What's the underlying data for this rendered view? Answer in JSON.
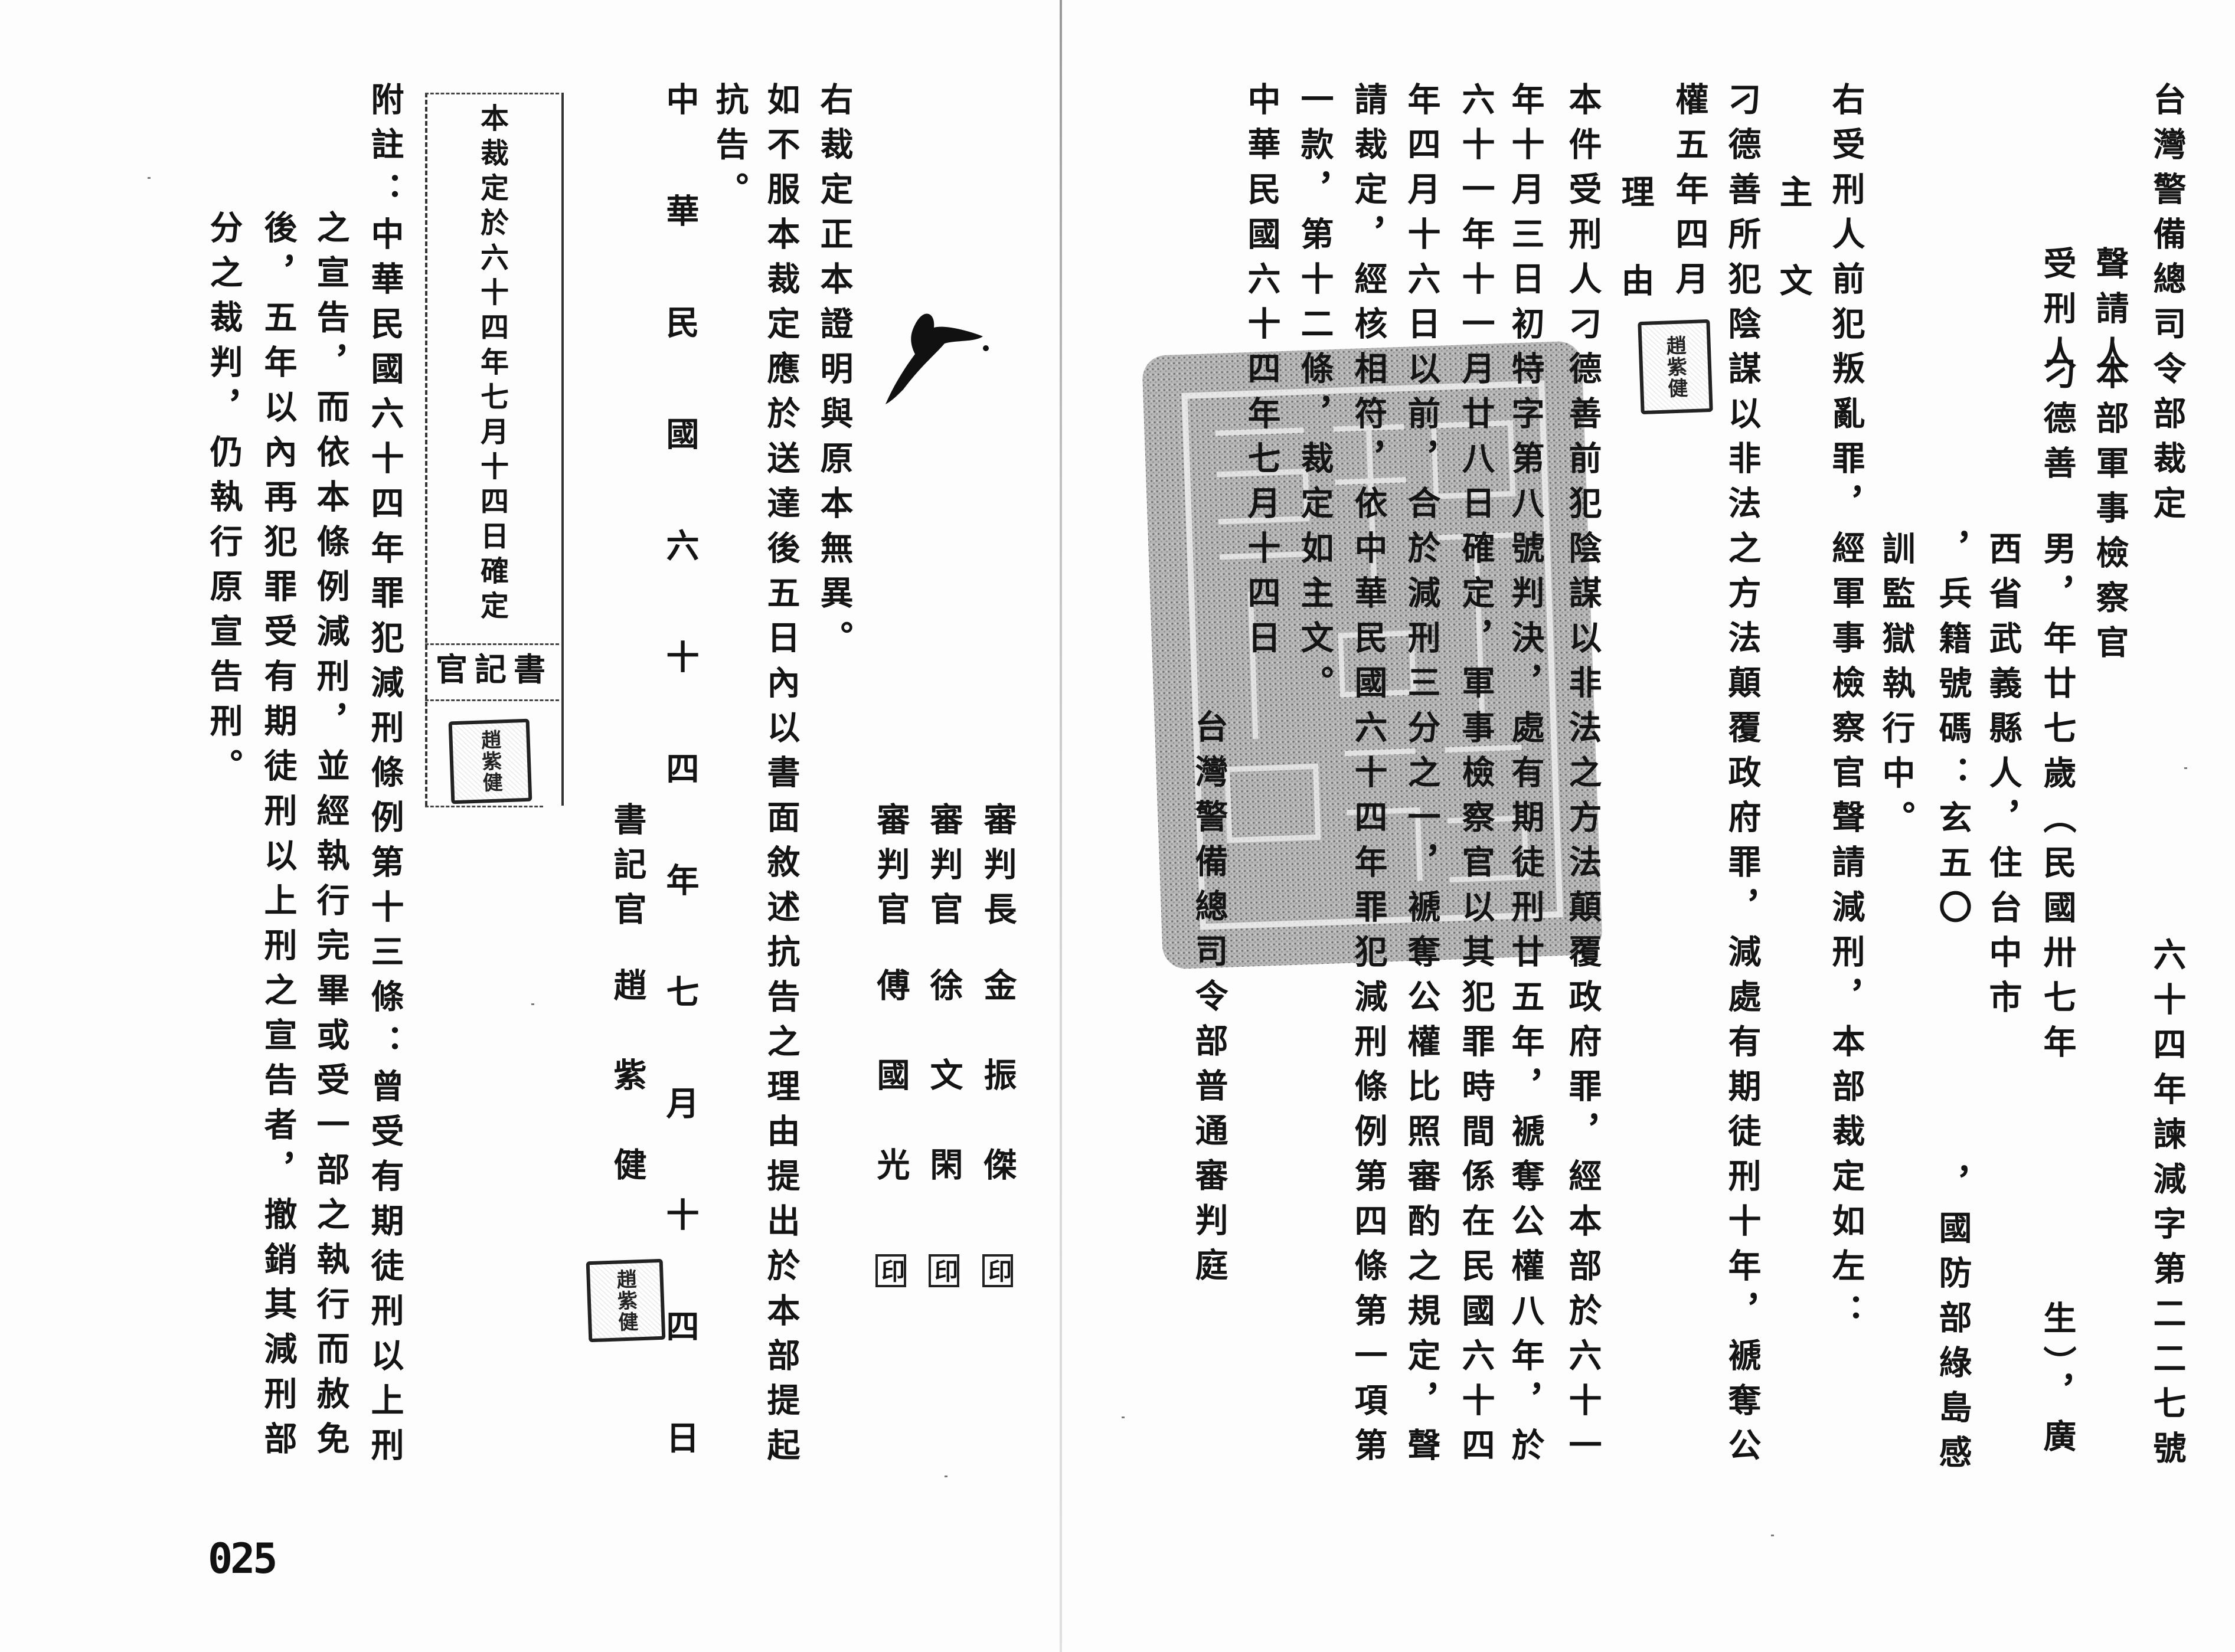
{
  "right_page": {
    "title": "台灣警備總司令部裁定",
    "case_number": "六十四年諫減字第二二七號",
    "applicant": {
      "label": "聲請人",
      "value": "本部軍事檢察官"
    },
    "defendant": {
      "label": "受刑人",
      "name": "刁德善",
      "line1": "男，年廿七歲（民國卅七年",
      "line1_end": "生），廣",
      "line2": "西省武義縣人，住台中市",
      "line3a": "，兵籍號碼：玄五〇",
      "line3b": "，國防部綠島感",
      "line4": "訓監獄執行中。"
    },
    "preamble": "右受刑人前犯叛亂罪，經軍事檢察官聲請減刑，本部裁定如左：",
    "main_heading": [
      "主",
      "文"
    ],
    "main_text": [
      "刁德善所犯陰謀以非法之方法顛覆政府罪，減處有期徒刑十年，褫奪公",
      "權五年四月"
    ],
    "reason_heading": [
      "理",
      "由"
    ],
    "reason_text": [
      "本件受刑人刁德善前犯陰謀以非法之方法顛覆政府罪，經本部於六十一",
      "年十月三日初特字第八號判決，處有期徒刑廿五年，褫奪公權八年，於",
      "六十一年十一月廿八日確定，軍事檢察官以其犯罪時間係在民國六十四",
      "年四月十六日以前，合於減刑三分之一，褫奪公權比照審酌之規定，聲",
      "請裁定，經核相符，依中華民國六十四年罪犯減刑條例第四條第一項第",
      "一款，第十二條，裁定如主文。"
    ],
    "date": "中華民國六十四年七月十四日",
    "court": "台灣警備總司令部普通審判庭"
  },
  "left_page": {
    "certification": "右裁定正本證明與原本無異。",
    "appeal_notice": [
      "如不服本裁定應於送達後五日內以書面敘述抗告之理由提出於本部提起",
      "抗告。"
    ],
    "date": "中華民國六十四年七月十四日",
    "judges": [
      {
        "title": "審判長",
        "name": "金振傑",
        "seal": "印"
      },
      {
        "title": "審判官",
        "name": "徐文閑",
        "seal": "印"
      },
      {
        "title": "審判官",
        "name": "傅國光",
        "seal": "印"
      }
    ],
    "clerk": {
      "title": "書記官",
      "name": "趙紫健"
    },
    "finality_box": {
      "text": "本裁定於六十四年七月十四日確定",
      "label": "書記官"
    },
    "note": [
      "附註：中華民國六十四年罪犯減刑條例第十三條：曾受有期徒刑以上刑",
      "之宣告，而依本條例減刑，並經執行完畢或受一部之執行而赦免",
      "後，五年以內再犯罪受有期徒刑以上刑之宣告者，撤銷其減刑部",
      "分之裁判，仍執行原宣告刑。"
    ],
    "page_number": "025"
  },
  "seal_text": "趙紫健",
  "colors": {
    "ink": "#141414",
    "paper": "#fdfdfd",
    "seal_gray": "#8a8a8a"
  }
}
